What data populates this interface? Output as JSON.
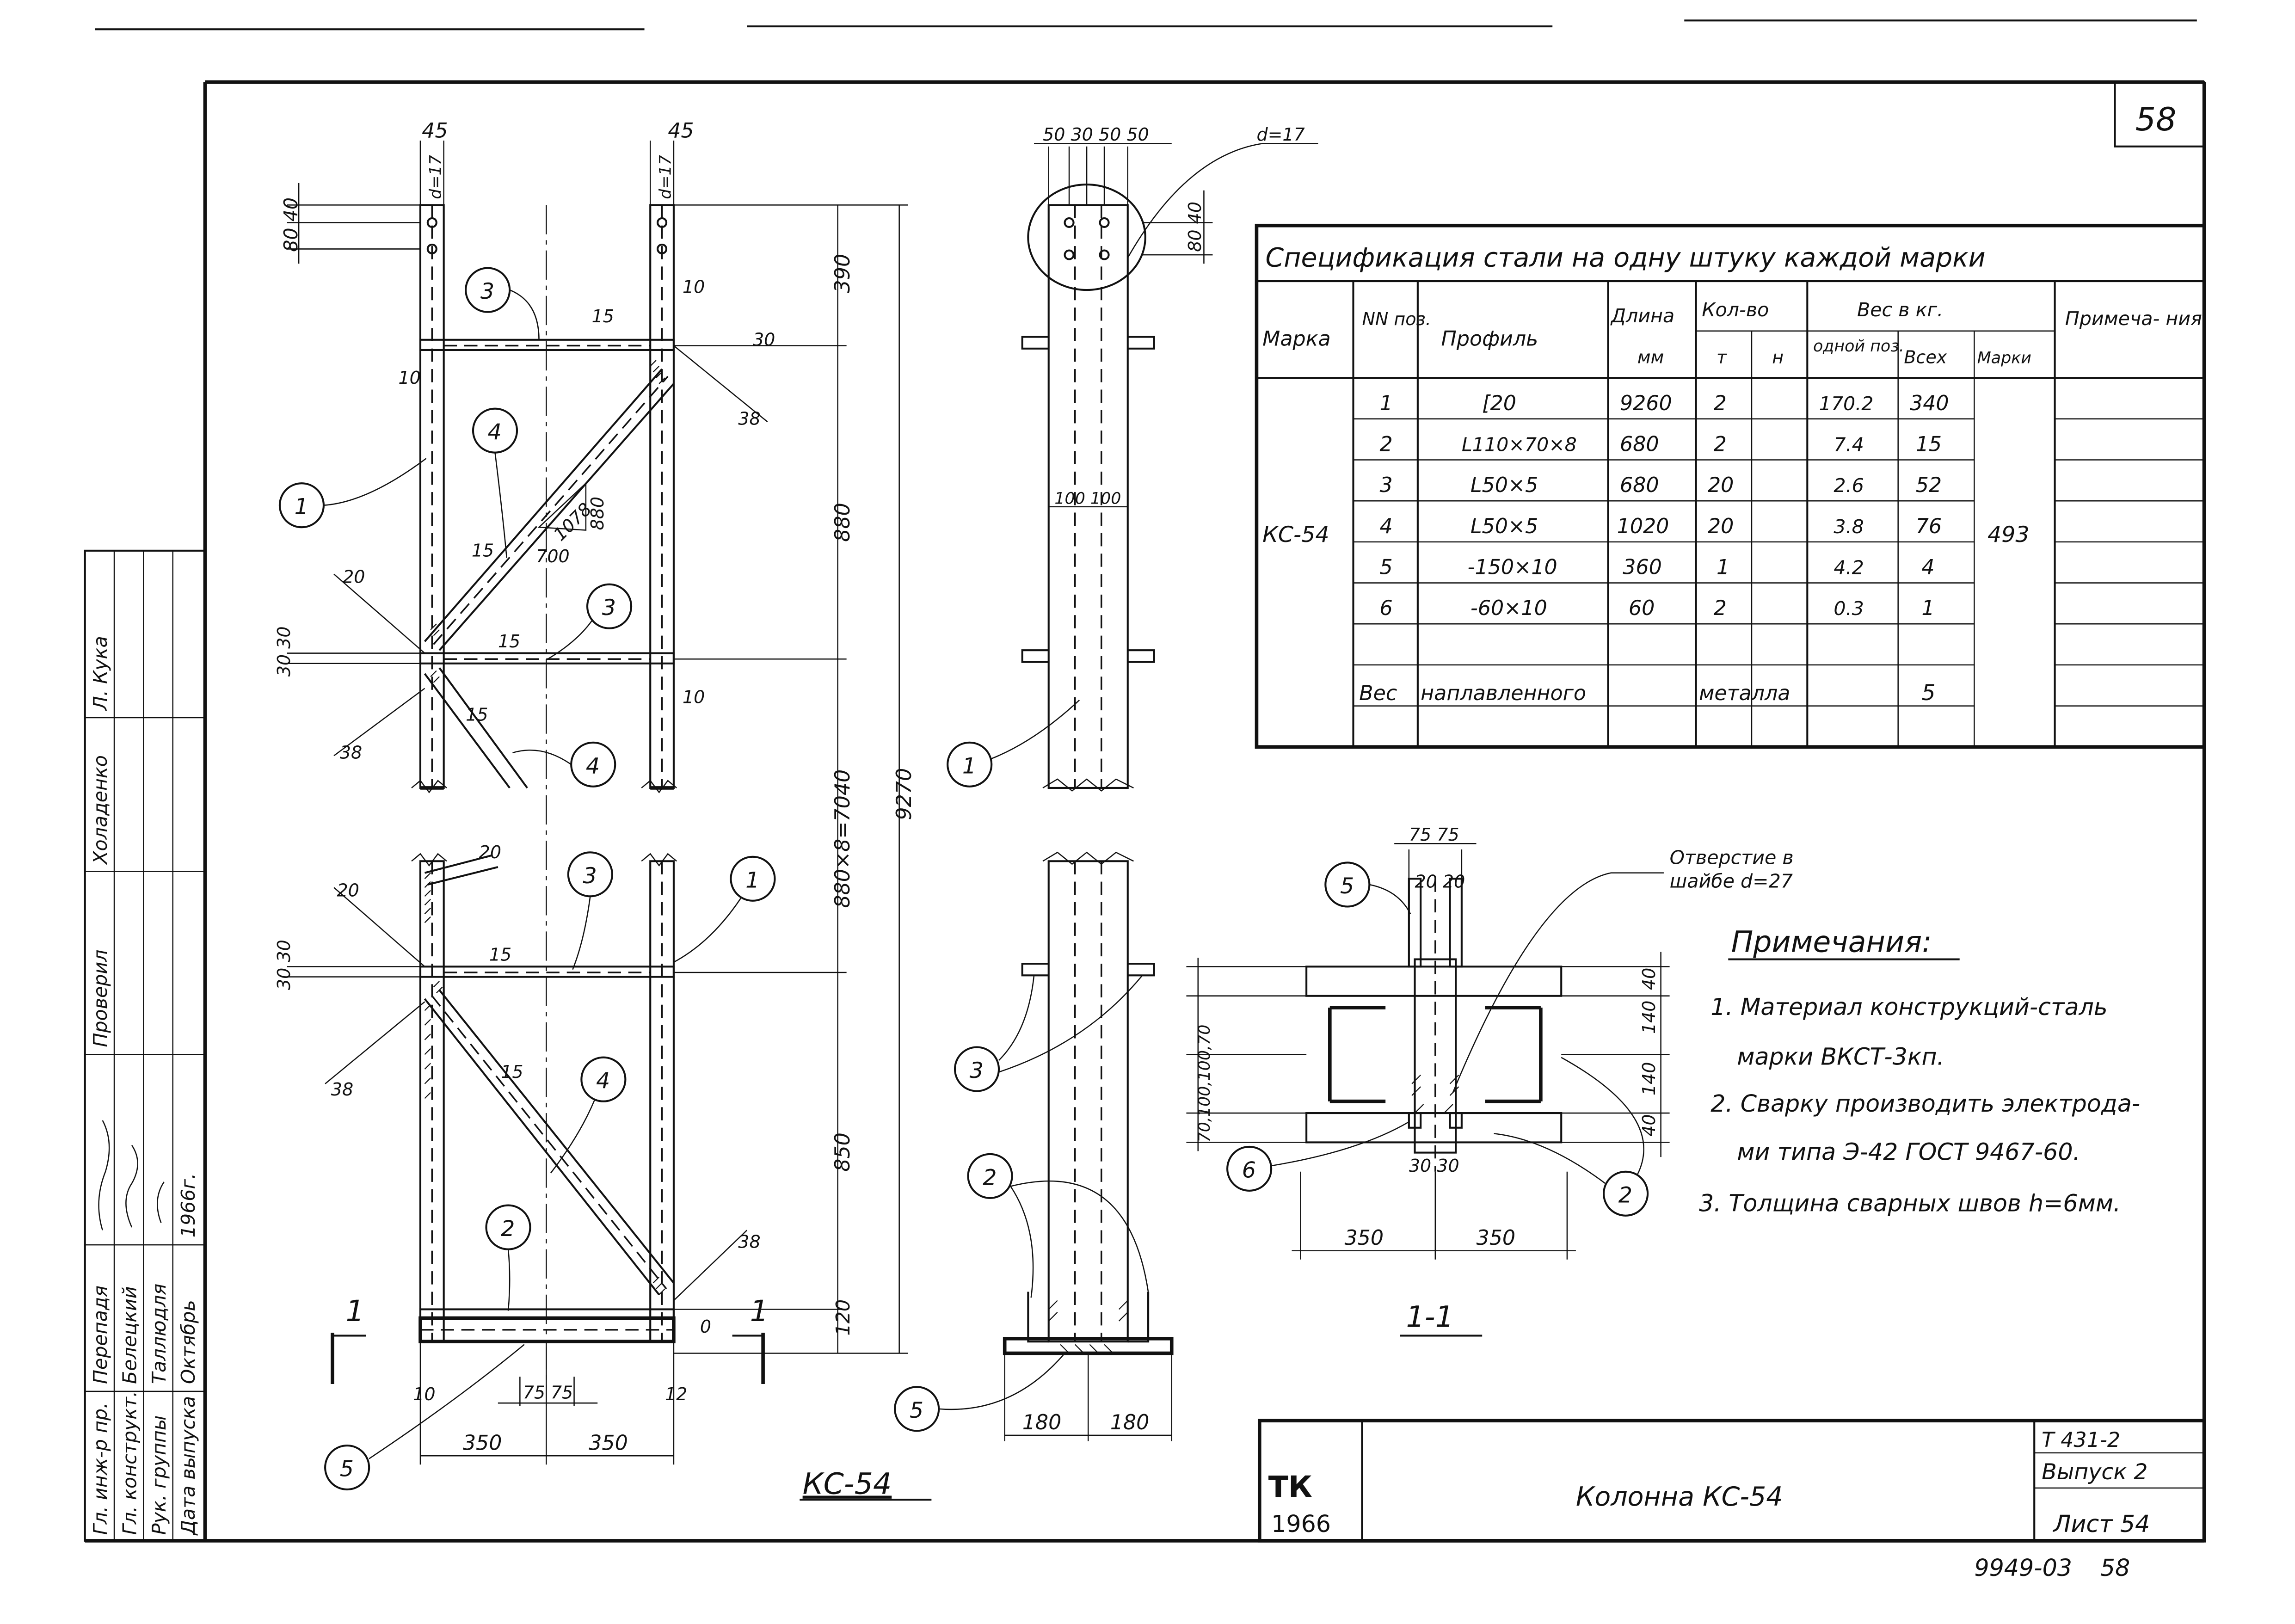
{
  "sheet": {
    "sheet_number": "58",
    "doc_code": "Т 431-2",
    "issue": "Выпуск 2",
    "list": "Лист 54",
    "title": "Колонна КС-54",
    "logo": "ТК",
    "logo_year": "1966",
    "archive_no": "9949-03",
    "archive_page": "58"
  },
  "stamp": {
    "rows": [
      {
        "role": "Гл. инж-р пр.",
        "name": "Перепадя"
      },
      {
        "role": "Гл. конструкт.",
        "name": "Белецкий"
      },
      {
        "role": "Рук. группы",
        "name": "Таллюдля"
      },
      {
        "role": "Дата выпуска",
        "name": "Октябрь",
        "extra": "1966г."
      }
    ],
    "check_label": "Проверил",
    "check_name": "Холаденко",
    "check_sign": "Л. Кука"
  },
  "spec": {
    "title": "Спецификация стали на одну штуку каждой марки",
    "headers": {
      "mark": "Марка",
      "pos": "NN поз.",
      "profile": "Профиль",
      "length": "Длина",
      "length_unit": "мм",
      "qty": "Кол-во",
      "qty_t": "т",
      "qty_n": "н",
      "weight": "Вес в кг.",
      "w_one": "одной поз.",
      "w_all": "Всех",
      "w_mark": "Марки",
      "note": "Примеча- ния"
    },
    "mark": "КС-54",
    "mark_total": "493",
    "rows": [
      {
        "pos": "1",
        "profile": "[20",
        "length": "9260",
        "qty": "2",
        "w_one": "170.2",
        "w_all": "340"
      },
      {
        "pos": "2",
        "profile": "L110×70×8",
        "length": "680",
        "qty": "2",
        "w_one": "7.4",
        "w_all": "15"
      },
      {
        "pos": "3",
        "profile": "L50×5",
        "length": "680",
        "qty": "20",
        "w_one": "2.6",
        "w_all": "52"
      },
      {
        "pos": "4",
        "profile": "L50×5",
        "length": "1020",
        "qty": "20",
        "w_one": "3.8",
        "w_all": "76"
      },
      {
        "pos": "5",
        "profile": "-150×10",
        "length": "360",
        "qty": "1",
        "w_one": "4.2",
        "w_all": "4"
      },
      {
        "pos": "6",
        "profile": "-60×10",
        "length": "60",
        "qty": "2",
        "w_one": "0.3",
        "w_all": "1"
      }
    ],
    "weld_a": "Вес",
    "weld_b": "наплавленного",
    "weld_c": "металла",
    "weld_value": "5"
  },
  "notes": {
    "title": "Примечания:",
    "l1": "1. Материал конструкций-сталь",
    "l2": "марки ВКСТ-3кп.",
    "l3": "2. Сварку производить электрода-",
    "l4": "ми типа Э-42 ГОСТ 9467-60.",
    "l5": "3. Толщина сварных швов h=6мм."
  },
  "front": {
    "label": "КС-54",
    "section_mark": "1",
    "dims": {
      "d45": "45",
      "d8040": "80 40",
      "d_hole": "d=17",
      "d10": "10",
      "d15": "15",
      "d30": "30",
      "d20": "20",
      "d38": "38",
      "d3030": "30 30",
      "d350": "350",
      "d75": "75",
      "d0": "0",
      "d12": "12",
      "d1078": "1078",
      "d880": "880",
      "d700": "700",
      "v390": "390",
      "v880": "880",
      "v880x8": "880×8=7040",
      "v850": "850",
      "v120": "120",
      "v9270": "9270"
    },
    "callouts": [
      "1",
      "2",
      "3",
      "4",
      "5"
    ]
  },
  "side": {
    "dims": {
      "top": "50 30 50  50",
      "d_hole": "d=17",
      "d8040": "80 40",
      "d100": "100 100",
      "d180": "180"
    }
  },
  "section": {
    "label": "1-1",
    "hole_a": "Отверстие в",
    "hole_b": "шайбе d=27",
    "dims": {
      "d7575": "75 75",
      "d2020": "20 20",
      "d3030": "30 30",
      "d350": "350",
      "d40": "40",
      "d140": "140",
      "vleft": "70,100,100,70"
    },
    "callouts": [
      "5",
      "6",
      "2"
    ]
  }
}
